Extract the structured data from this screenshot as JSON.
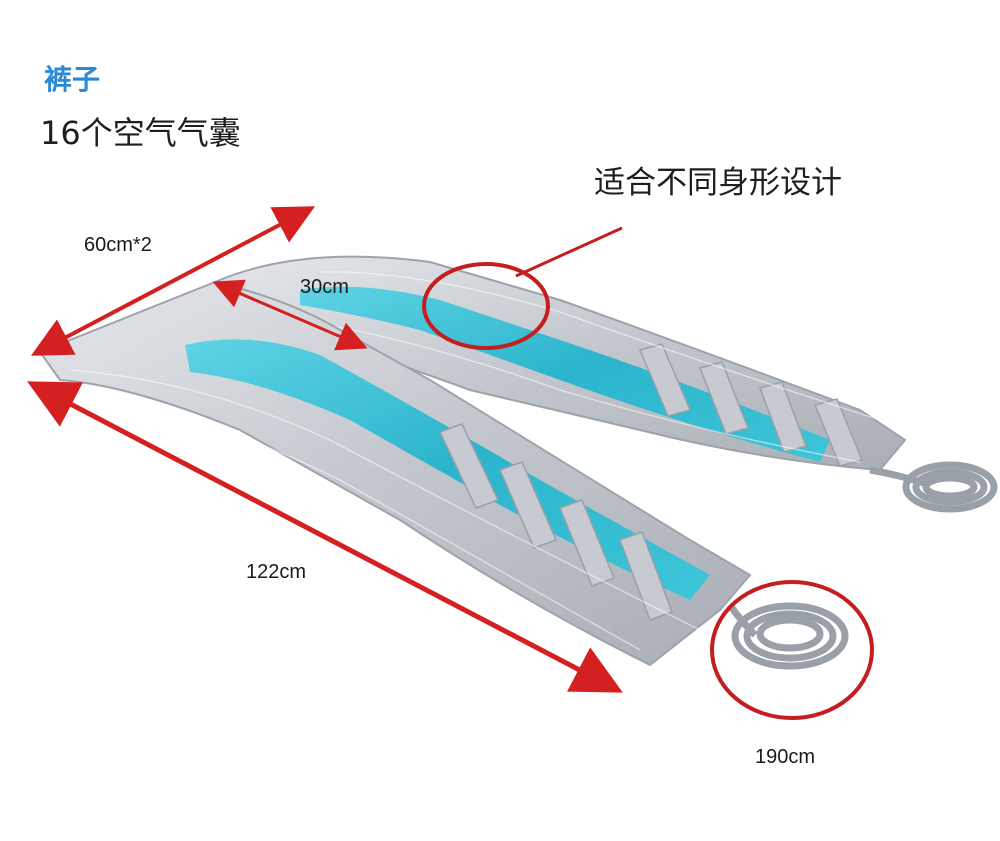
{
  "product": {
    "title": "裤子",
    "subtitle": "16个空气气囊",
    "feature_callout": "适合不同身形设计"
  },
  "dimensions": {
    "width_pair": "60cm*2",
    "leg_width": "30cm",
    "length": "122cm",
    "hose_length": "190cm"
  },
  "colors": {
    "title_blue": "#2a8ad6",
    "annotation_red": "#d42020",
    "fabric_silver": "#c9ccd2",
    "panel_cyan": "#2fc0d6",
    "hose_gray": "#9aa0a8"
  }
}
